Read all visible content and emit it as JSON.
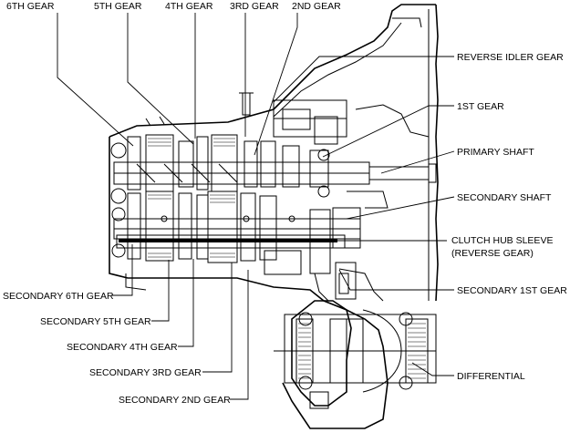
{
  "labels": {
    "gear_6th": "6TH GEAR",
    "gear_5th": "5TH GEAR",
    "gear_4th": "4TH GEAR",
    "gear_3rd": "3RD GEAR",
    "gear_2nd": "2ND GEAR",
    "reverse_idler_gear": "REVERSE IDLER GEAR",
    "gear_1st": "1ST GEAR",
    "primary_shaft": "PRIMARY SHAFT",
    "secondary_shaft": "SECONDARY SHAFT",
    "clutch_hub_sleeve_line1": "CLUTCH HUB SLEEVE",
    "clutch_hub_sleeve_line2": "(REVERSE GEAR)",
    "secondary_1st_gear": "SECONDARY 1ST GEAR",
    "differential": "DIFFERENTIAL",
    "secondary_6th_gear": "SECONDARY 6TH GEAR",
    "secondary_5th_gear": "SECONDARY 5TH GEAR",
    "secondary_4th_gear": "SECONDARY 4TH GEAR",
    "secondary_3rd_gear": "SECONDARY 3RD GEAR",
    "secondary_2nd_gear": "SECONDARY 2ND GEAR"
  }
}
